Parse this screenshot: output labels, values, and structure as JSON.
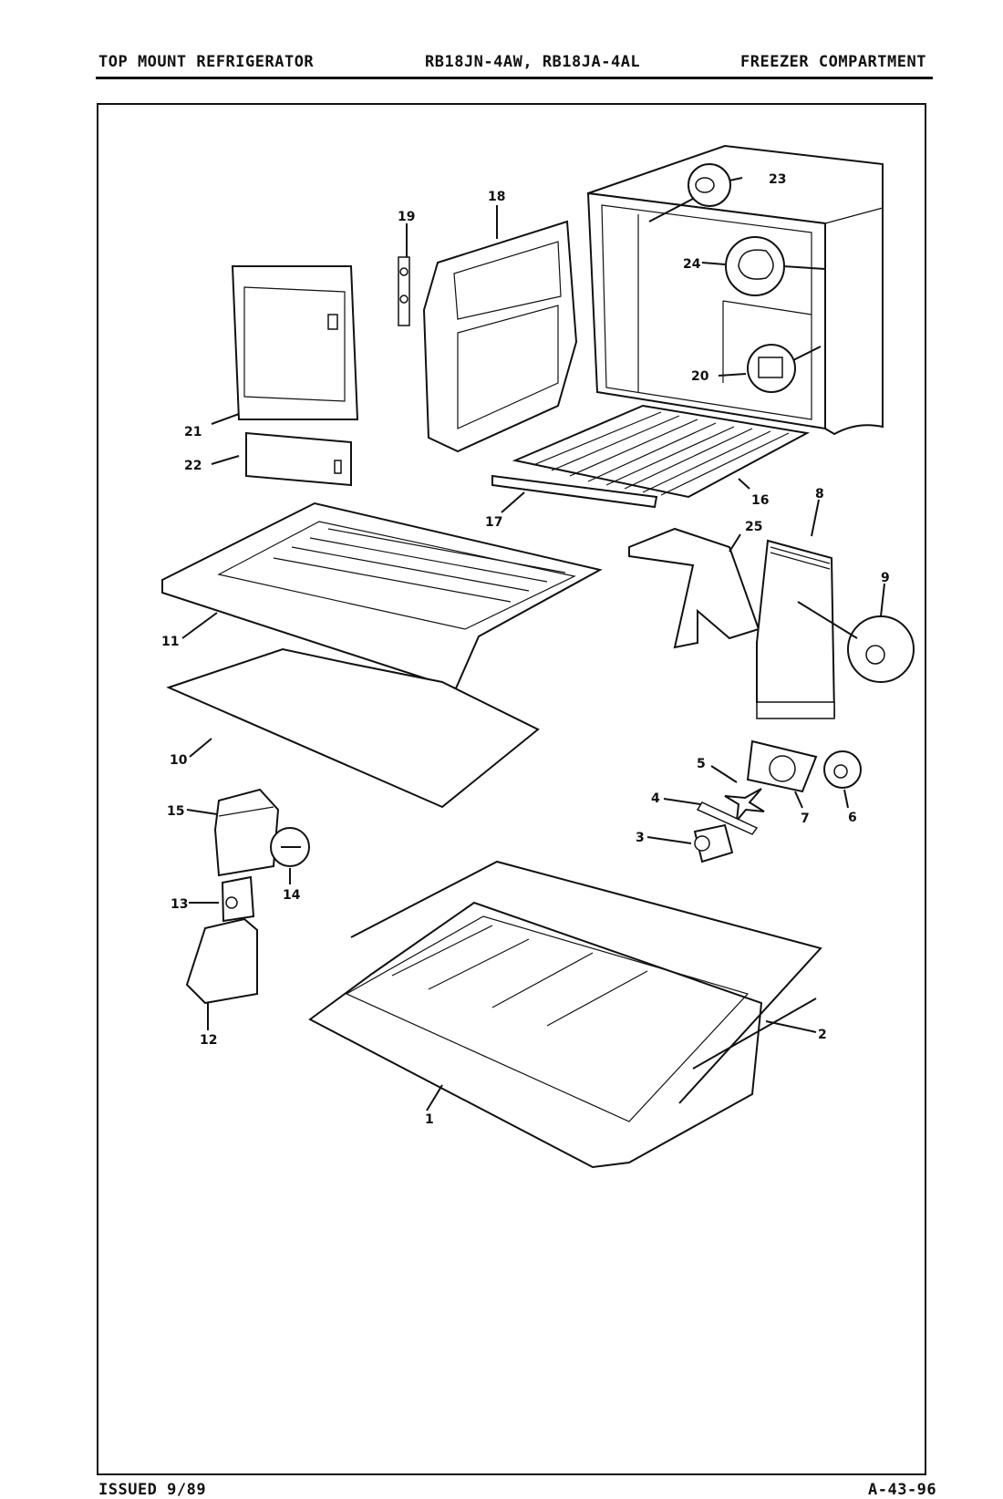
{
  "header": {
    "left": "TOP MOUNT REFRIGERATOR",
    "center": "RB18JN-4AW, RB18JA-4AL",
    "right": "FREEZER COMPARTMENT"
  },
  "footer": {
    "left": "ISSUED 9/89",
    "right": "A-43-96"
  },
  "callouts": [
    "1",
    "2",
    "3",
    "4",
    "5",
    "6",
    "7",
    "8",
    "9",
    "10",
    "11",
    "12",
    "13",
    "14",
    "15",
    "16",
    "17",
    "18",
    "19",
    "20",
    "21",
    "22",
    "23",
    "24",
    "25"
  ]
}
